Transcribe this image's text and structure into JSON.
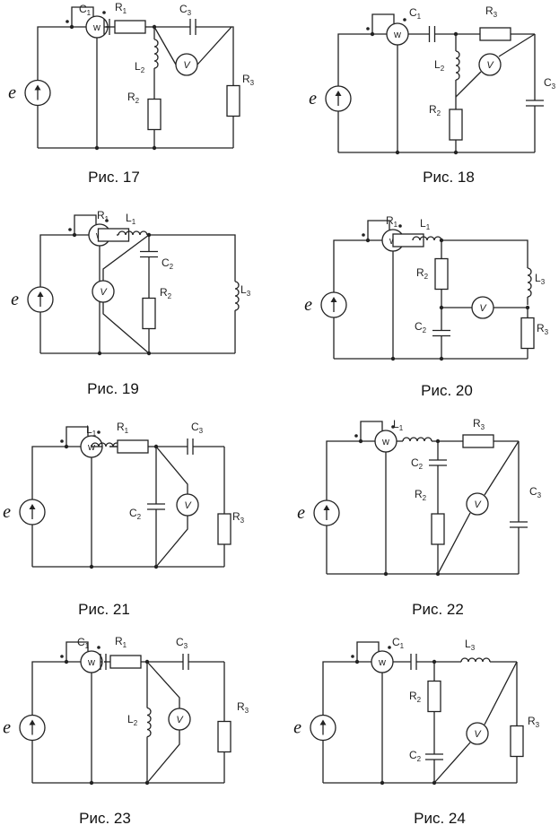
{
  "figures": [
    {
      "caption": "Рис. 17",
      "source": "e",
      "meter_w": "w",
      "meter_v": "V",
      "labels": {
        "c1": "C1",
        "r1": "R1",
        "c3": "C3",
        "l2": "L2",
        "r2": "R2",
        "r3": "R3"
      }
    },
    {
      "caption": "Рис. 18",
      "source": "e",
      "meter_w": "w",
      "meter_v": "V",
      "labels": {
        "c1": "C1",
        "r3": "R3",
        "l2": "L2",
        "c3": "C3",
        "r2": "R2"
      }
    },
    {
      "caption": "Рис. 19",
      "source": "e",
      "meter_w": "w",
      "meter_v": "V",
      "labels": {
        "r1": "R1",
        "l1": "L1",
        "c2": "C2",
        "r2": "R2",
        "l3": "L3"
      }
    },
    {
      "caption": "Рис. 20",
      "source": "e",
      "meter_w": "w",
      "meter_v": "V",
      "labels": {
        "r1": "R1",
        "l1": "L1",
        "r2": "R2",
        "l3": "L3",
        "c2": "C2",
        "r3": "R3"
      }
    },
    {
      "caption": "Рис. 21",
      "source": "e",
      "meter_w": "w",
      "meter_v": "V",
      "labels": {
        "l1": "L1",
        "r1": "R1",
        "c3": "C3",
        "c2": "C2",
        "r3": "R3"
      }
    },
    {
      "caption": "Рис. 22",
      "source": "e",
      "meter_w": "w",
      "meter_v": "V",
      "labels": {
        "l1": "L1",
        "r3": "R3",
        "c2": "C2",
        "r2": "R2",
        "c3": "C3"
      }
    },
    {
      "caption": "Рис. 23",
      "source": "e",
      "meter_w": "w",
      "meter_v": "V",
      "labels": {
        "c1": "C1",
        "r1": "R1",
        "c3": "C3",
        "l2": "L2",
        "r3": "R3"
      }
    },
    {
      "caption": "Рис. 24",
      "source": "e",
      "meter_w": "w",
      "meter_v": "V",
      "labels": {
        "c1": "C1",
        "l3": "L3",
        "r2": "R2",
        "r3": "R3",
        "c2": "C2"
      }
    }
  ]
}
